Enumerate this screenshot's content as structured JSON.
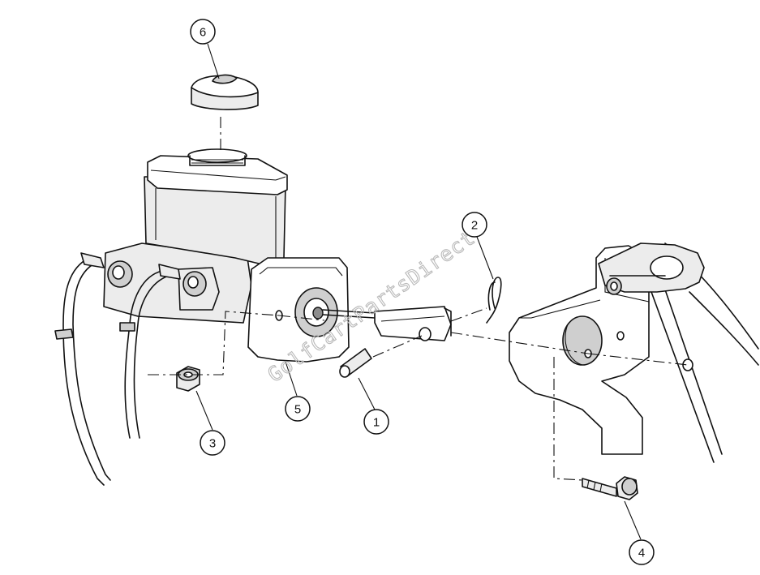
{
  "diagram": {
    "watermark": "GolfCartPartsDirect",
    "callouts": [
      {
        "id": "1",
        "label": "1",
        "part": "clevis-pin"
      },
      {
        "id": "2",
        "label": "2",
        "part": "hairpin-clip"
      },
      {
        "id": "3",
        "label": "3",
        "part": "nut"
      },
      {
        "id": "4",
        "label": "4",
        "part": "bolt"
      },
      {
        "id": "5",
        "label": "5",
        "part": "master-cylinder"
      },
      {
        "id": "6",
        "label": "6",
        "part": "reservoir-cap"
      }
    ],
    "colors": {
      "line": "#111111",
      "shade": "#cfcfcf",
      "light_fill": "#ececec",
      "watermark": "#b9b9b9"
    }
  }
}
